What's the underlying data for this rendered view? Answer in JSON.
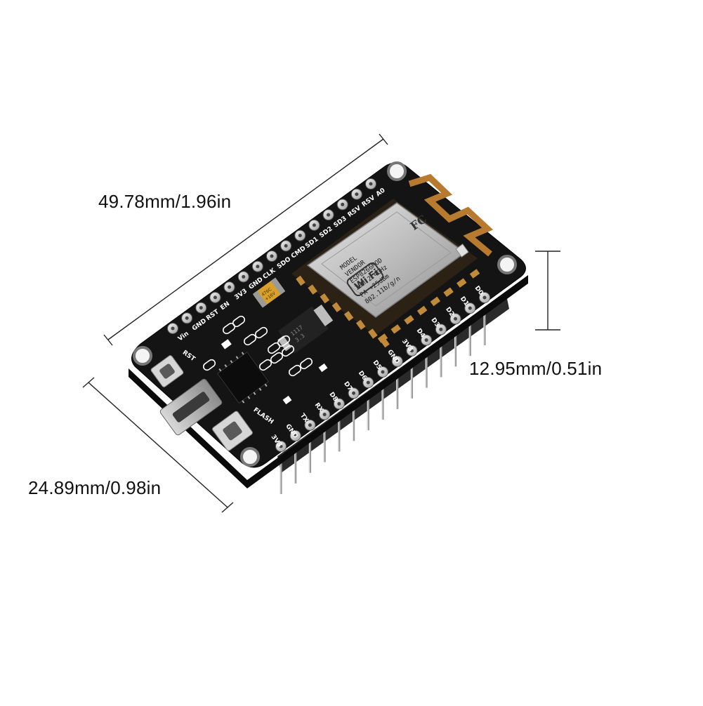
{
  "dimensions": {
    "length": "49.78mm/1.96in",
    "height": "12.95mm/0.51in",
    "width": "24.89mm/0.98in"
  },
  "board": {
    "top_pins": [
      "Vin",
      "GND",
      "RST",
      "EN",
      "3V3",
      "GND",
      "CLK",
      "SDO",
      "CMD",
      "SD1",
      "SD2",
      "SD3",
      "RSV",
      "RSV",
      "A0"
    ],
    "bottom_pins": [
      "3V3",
      "GND",
      "TX",
      "RX",
      "D8",
      "D7",
      "D6",
      "D5",
      "GND",
      "3V3",
      "D4",
      "D3",
      "D2",
      "D1",
      "D0"
    ],
    "buttons": [
      "RST",
      "FLASH"
    ],
    "module_text": [
      "MODEL",
      "VENDOR",
      "ESP8266MOD",
      "ISM 2.4GHz",
      "PA +25dBm",
      "802.11b/g/n"
    ],
    "capacitor_text": [
      "476C",
      "+16V"
    ],
    "regulator_text": [
      "1117",
      "3.3"
    ],
    "wifi_logo": "Wi Fi",
    "fc_logo": "FC"
  },
  "colors": {
    "pcb": "#141414",
    "shield": "#c9c9c9",
    "antenna": "#b87a2e",
    "pad": "#d8d8d8",
    "header": "#2a2a2a"
  }
}
